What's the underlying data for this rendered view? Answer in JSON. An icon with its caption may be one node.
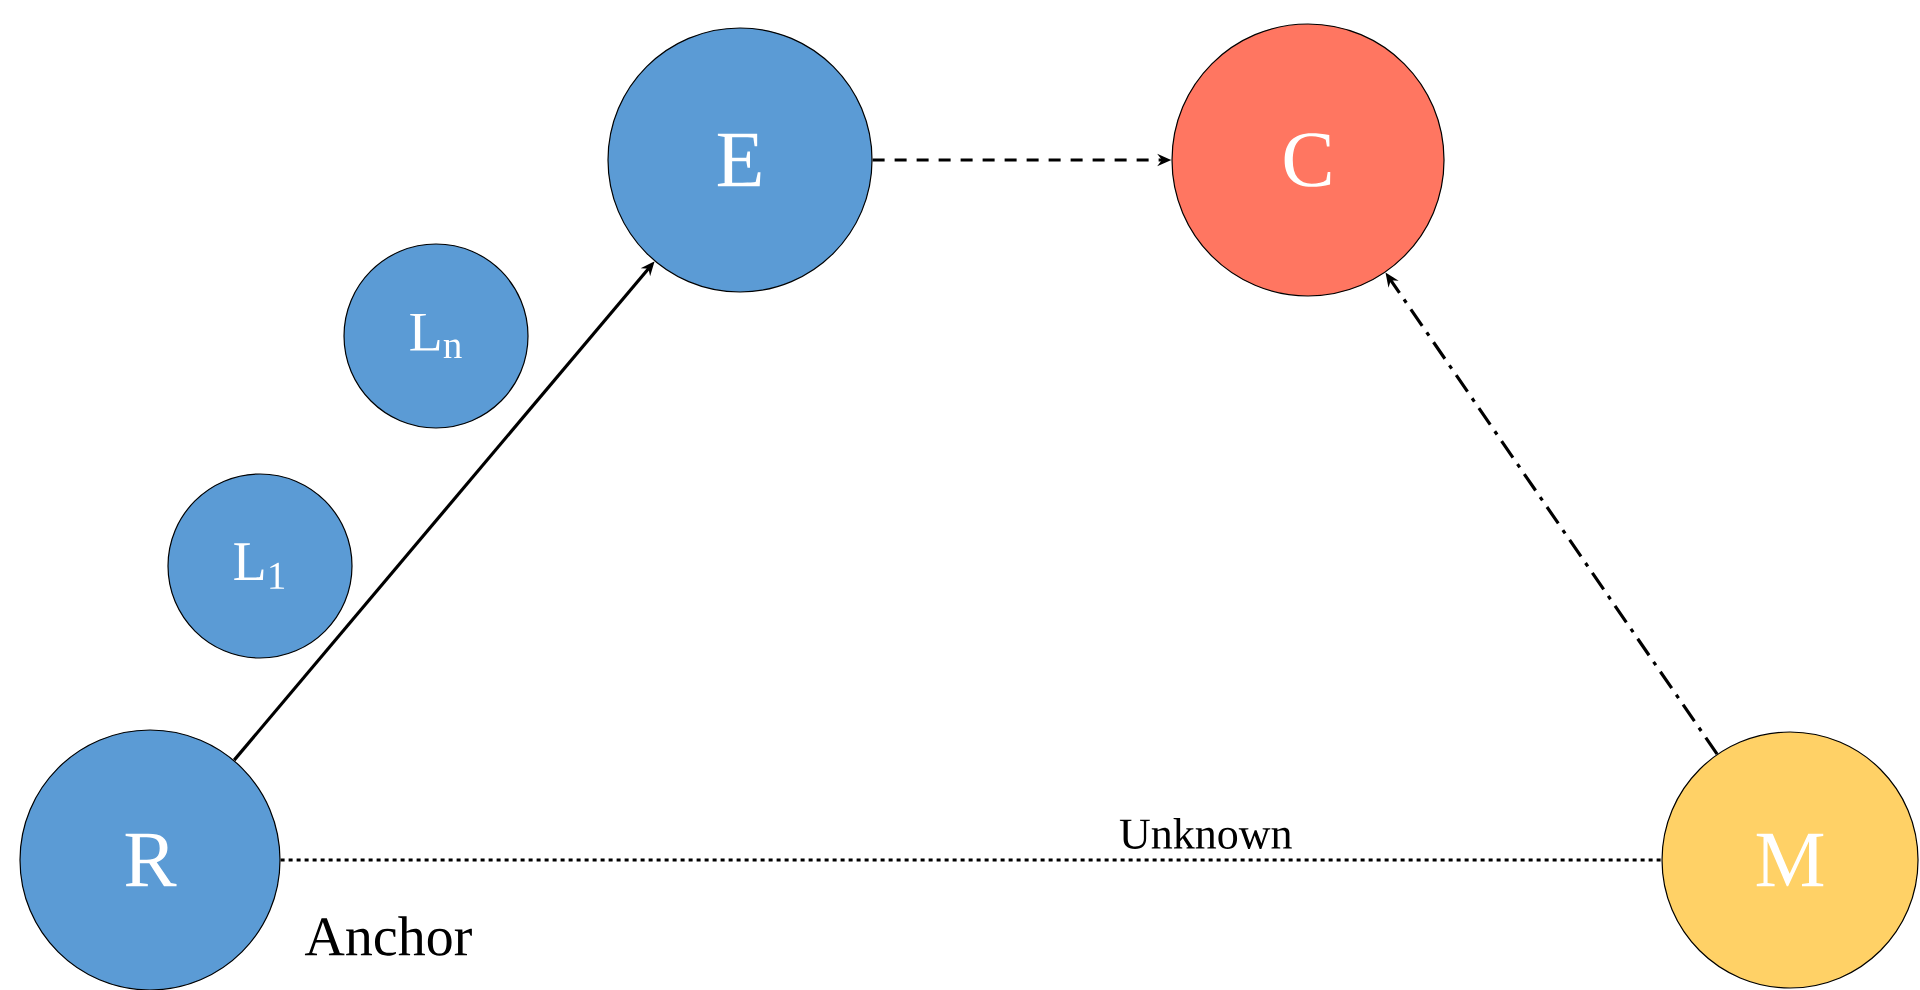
{
  "diagram": {
    "nodes": [
      {
        "text": [
          "R"
        ],
        "beside": [
          "Anchor"
        ]
      },
      {
        "text": [
          "L$_{1}$"
        ]
      },
      {
        "text": [
          "L$_{n}$"
        ]
      },
      {
        "text": [
          "E"
        ]
      },
      {
        "text": [
          "C"
        ]
      },
      {
        "text": [
          "M"
        ]
      }
    ],
    "edges": [
      {
        "from": 0,
        "to": 3,
        "arrow": "to"
      },
      {
        "from": 3,
        "to": 4,
        "arrow": "to",
        "style": "dashed"
      },
      {
        "from": 5,
        "to": 4,
        "arrow": "to",
        "style": "dashed"
      },
      {
        "from": 0,
        "to": 5,
        "arrow": "none",
        "style": "dashed",
        "label": "Unknown"
      }
    ]
  }
}
